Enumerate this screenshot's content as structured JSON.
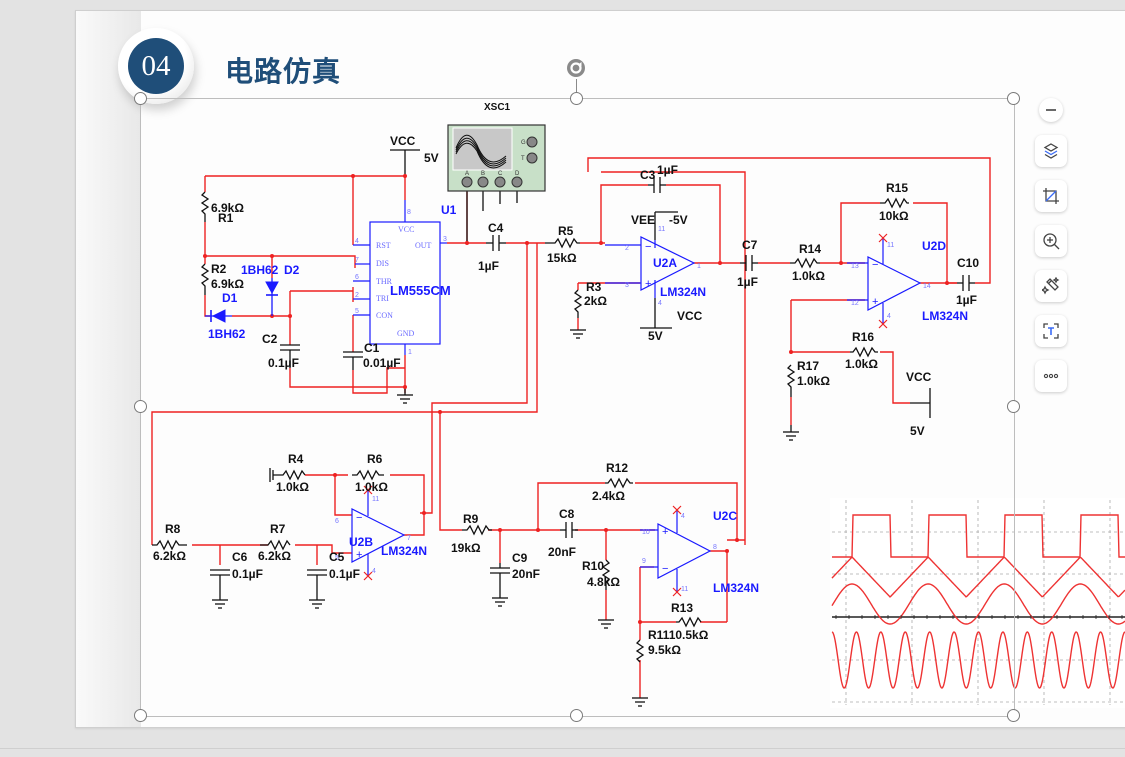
{
  "slide": {
    "section_number": "04",
    "title": "电路仿真"
  },
  "toolbar": {
    "items": [
      {
        "name": "collapse",
        "icon": "minus-circle-icon"
      },
      {
        "name": "layers",
        "icon": "layers-icon"
      },
      {
        "name": "crop",
        "icon": "crop-icon"
      },
      {
        "name": "zoom",
        "icon": "zoom-in-icon"
      },
      {
        "name": "magic",
        "icon": "magic-wand-icon"
      },
      {
        "name": "extract-text",
        "icon": "text-extract-icon"
      },
      {
        "name": "more",
        "icon": "more-icon"
      }
    ]
  },
  "circuit": {
    "oscilloscope": {
      "name": "XSC1",
      "channels": [
        "A",
        "B",
        "C",
        "D"
      ],
      "side_terminals": [
        "G",
        "T"
      ]
    },
    "power": {
      "vcc_top": {
        "label": "VCC",
        "value": "5V"
      },
      "vee": {
        "label": "VEE",
        "value": "-5V"
      },
      "vcc_u2a": {
        "label": "VCC",
        "value": "5V"
      },
      "vcc_r16": {
        "label": "VCC",
        "value": "5V"
      }
    },
    "u1": {
      "ref": "U1",
      "part": "LM555CM",
      "pins": {
        "vcc": "VCC",
        "rst": "RST",
        "out": "OUT",
        "dis": "DIS",
        "thr": "THR",
        "tri": "TRI",
        "con": "CON",
        "gnd": "GND"
      },
      "pin_numbers": {
        "vcc": "8",
        "rst": "4",
        "out": "3",
        "dis": "7",
        "thr": "6",
        "tri": "2",
        "con": "5",
        "gnd": "1"
      }
    },
    "u2a": {
      "ref": "U2A",
      "part": "LM324N",
      "pins": [
        "2",
        "3",
        "1",
        "11",
        "4"
      ]
    },
    "u2b": {
      "ref": "U2B",
      "part": "LM324N",
      "pins": [
        "6",
        "5",
        "7",
        "11",
        "4"
      ]
    },
    "u2c": {
      "ref": "U2C",
      "part": "LM324N",
      "pins": [
        "10",
        "9",
        "8",
        "4",
        "11"
      ]
    },
    "u2d": {
      "ref": "U2D",
      "part": "LM324N",
      "pins": [
        "13",
        "12",
        "14",
        "11",
        "4"
      ]
    },
    "resistors": {
      "r1": {
        "ref": "R1",
        "value": "6.9kΩ"
      },
      "r2": {
        "ref": "R2",
        "value": "6.9kΩ"
      },
      "r3": {
        "ref": "R3",
        "value": "2kΩ"
      },
      "r4": {
        "ref": "R4",
        "value": "1.0kΩ"
      },
      "r5": {
        "ref": "R5",
        "value": "15kΩ"
      },
      "r6": {
        "ref": "R6",
        "value": "1.0kΩ"
      },
      "r7": {
        "ref": "R7",
        "value": "6.2kΩ"
      },
      "r8": {
        "ref": "R8",
        "value": "6.2kΩ"
      },
      "r9": {
        "ref": "R9",
        "value": "19kΩ"
      },
      "r10": {
        "ref": "R10",
        "value": "4.8kΩ"
      },
      "r11": {
        "ref": "R11",
        "value": "9.5kΩ"
      },
      "r13": {
        "ref": "R13",
        "value": "10.5kΩ"
      },
      "r12": {
        "ref": "R12",
        "value": "2.4kΩ"
      },
      "r14": {
        "ref": "R14",
        "value": "1.0kΩ"
      },
      "r15": {
        "ref": "R15",
        "value": "10kΩ"
      },
      "r16": {
        "ref": "R16",
        "value": "1.0kΩ"
      },
      "r17": {
        "ref": "R17",
        "value": "1.0kΩ"
      }
    },
    "capacitors": {
      "c1": {
        "ref": "C1",
        "value": "0.01µF"
      },
      "c2": {
        "ref": "C2",
        "value": "0.1µF"
      },
      "c3": {
        "ref": "C3",
        "value": "1µF"
      },
      "c4": {
        "ref": "C4",
        "value": "1µF"
      },
      "c5": {
        "ref": "C5",
        "value": "0.1µF"
      },
      "c6": {
        "ref": "C6",
        "value": "0.1µF"
      },
      "c7": {
        "ref": "C7",
        "value": "1µF"
      },
      "c8": {
        "ref": "C8",
        "value": "20nF"
      },
      "c9": {
        "ref": "C9",
        "value": "20nF"
      },
      "c10": {
        "ref": "C10",
        "value": "1µF"
      }
    },
    "diodes": {
      "d1": {
        "ref": "D1",
        "part": "1BH62"
      },
      "d2": {
        "ref": "D2",
        "part": "1BH62"
      }
    },
    "wire_color": "#ee2222",
    "component_color": "#1a1aff"
  },
  "waveforms": {
    "traces": [
      {
        "name": "square",
        "periods_visible": 4
      },
      {
        "name": "triangle",
        "periods_visible": 4
      },
      {
        "name": "sine",
        "periods_visible": 4
      },
      {
        "name": "high-frequency-sine",
        "periods_visible": 12
      }
    ],
    "trace_color": "#ee3333"
  }
}
